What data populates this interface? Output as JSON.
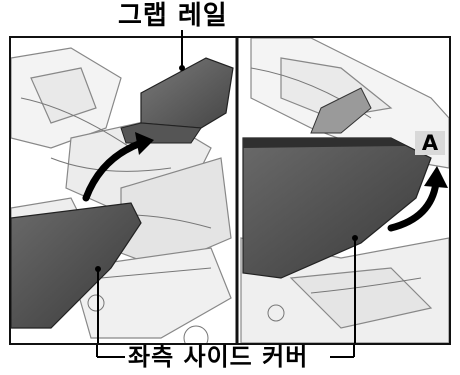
{
  "labels": {
    "grab_rail": "그랩 레일",
    "left_side_cover": "좌측 사이드 커버",
    "callout": "A"
  }
}
